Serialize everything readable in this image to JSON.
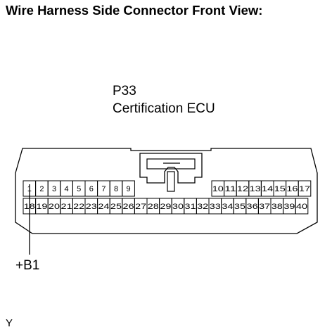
{
  "heading": "Wire Harness Side Connector Front View:",
  "connector": {
    "code": "P33",
    "name": "Certification ECU",
    "top_row_left": [
      "1",
      "2",
      "3",
      "4",
      "5",
      "6",
      "7",
      "8",
      "9"
    ],
    "top_row_right": [
      "10",
      "11",
      "12",
      "13",
      "14",
      "15",
      "16",
      "17"
    ],
    "bottom_row": [
      "18",
      "19",
      "20",
      "21",
      "22",
      "23",
      "24",
      "25",
      "26",
      "27",
      "28",
      "29",
      "30",
      "31",
      "32",
      "33",
      "34",
      "35",
      "36",
      "37",
      "38",
      "39",
      "40"
    ],
    "pin_label": "+B1"
  },
  "corner_tag": "Y"
}
